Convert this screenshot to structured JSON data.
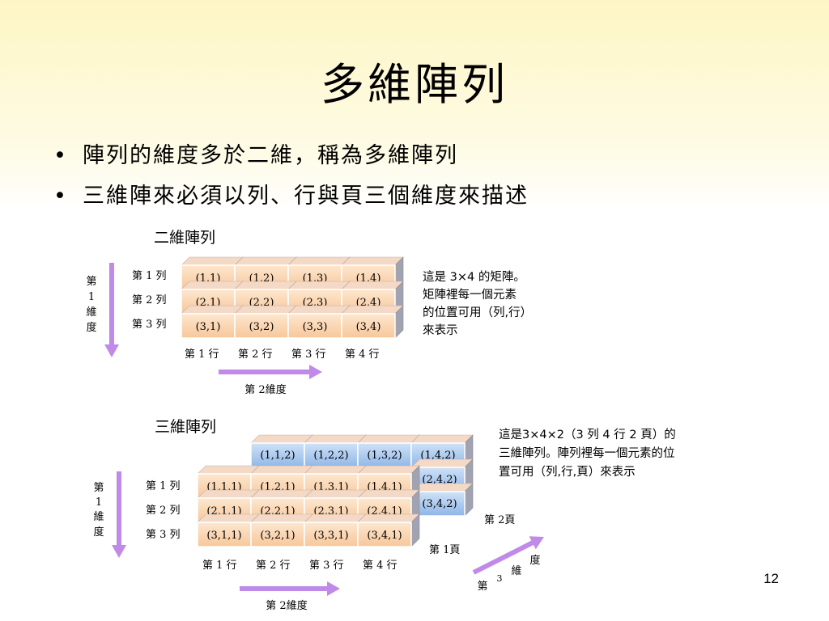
{
  "slide": {
    "title": "多維陣列",
    "bullets": [
      "陣列的維度多於二維，稱為多維陣列",
      "三維陣來必須以列、行與頁三個維度來描述"
    ],
    "page_number": "12"
  },
  "diagram2d": {
    "heading": "二維陣列",
    "row_labels": [
      "第 1 列",
      "第 2 列",
      "第 3 列"
    ],
    "col_labels": [
      "第 1 行",
      "第 2 行",
      "第 3 行",
      "第 4 行"
    ],
    "cells": [
      [
        "(1,1)",
        "(1,2)",
        "(1,3)",
        "(1,4)"
      ],
      [
        "(2,1)",
        "(2,2)",
        "(2,3)",
        "(2,4)"
      ],
      [
        "(3,1)",
        "(3,2)",
        "(3,3)",
        "(3,4)"
      ]
    ],
    "dim1_label": [
      "第",
      "1",
      "維",
      "度"
    ],
    "dim2_label": "第 2維度",
    "note": [
      "這是 3×4 的矩陣。",
      "矩陣裡每一個元素",
      "的位置可用（列,行）",
      "來表示"
    ]
  },
  "diagram3d": {
    "heading": "三維陣列",
    "row_labels": [
      "第 1 列",
      "第 2 列",
      "第 3 列"
    ],
    "col_labels": [
      "第 1 行",
      "第 2 行",
      "第 3 行",
      "第 4 行"
    ],
    "front_cells": [
      [
        "(1,1,1)",
        "(1,2,1)",
        "(1,3,1)",
        "(1,4,1)"
      ],
      [
        "(2,1,1)",
        "(2,2,1)",
        "(2,3,1)",
        "(2,4,1)"
      ],
      [
        "(3,1,1)",
        "(3,2,1)",
        "(3,3,1)",
        "(3,4,1)"
      ]
    ],
    "back_row": [
      "(1,1,2)",
      "(1,2,2)",
      "(1,3,2)",
      "(1,4,2)"
    ],
    "back_col": [
      "(2,4,2)",
      "(3,4,2)"
    ],
    "dim1_label": [
      "第",
      "1",
      "維",
      "度"
    ],
    "dim2_label": "第 2維度",
    "dim3_label": [
      "第",
      "3",
      "維",
      "度"
    ],
    "page1_label": "第 1頁",
    "page2_label": "第 2頁",
    "note": [
      "這是3×4×2（3 列 4 行 2 頁）的",
      "三維陣列。陣列裡每一個元素的位",
      "置可用（列,行,頁）來表示"
    ]
  },
  "colors": {
    "front_cell": "#fbd9b8",
    "back_cell": "#a9c9ee",
    "arrow": "#c08ae8",
    "grid_line": "#ffffff",
    "side": "#9a9aa8"
  }
}
